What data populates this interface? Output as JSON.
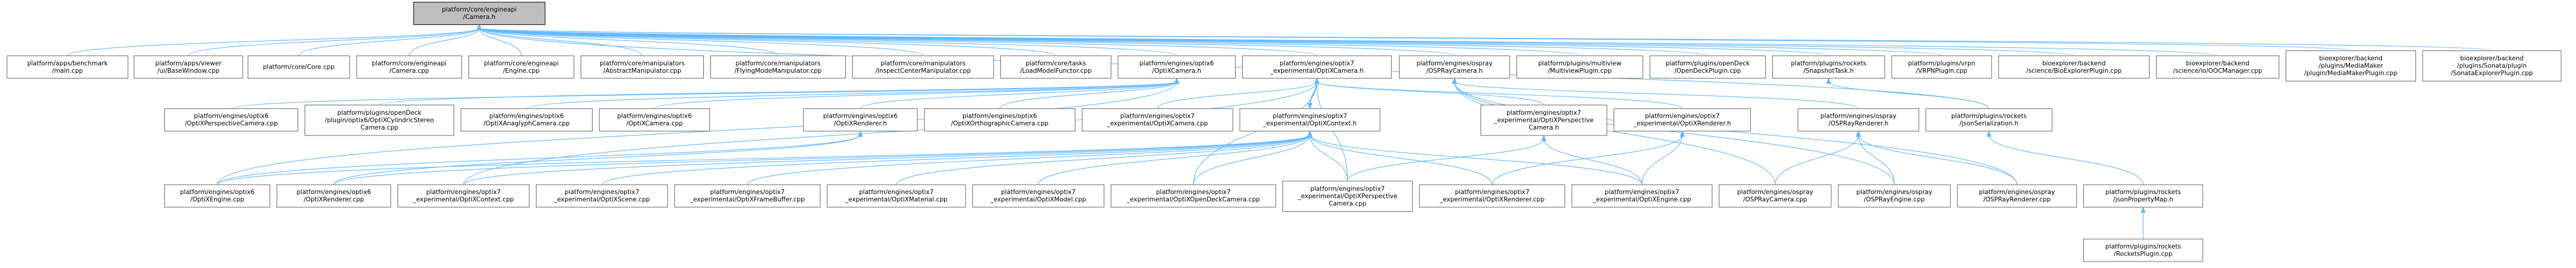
{
  "graph": {
    "focus": "n0",
    "colors": {
      "edge": "#63b8ff",
      "focus_fill": "#bfbfbf",
      "node_border": "#666666",
      "background": "#ffffff"
    },
    "nodes": [
      {
        "id": "n0",
        "lines": [
          "platform/core/engineapi",
          "/Camera.h"
        ]
      },
      {
        "id": "r1_0",
        "lines": [
          "platform/apps/benchmark",
          "/main.cpp"
        ]
      },
      {
        "id": "r1_1",
        "lines": [
          "platform/apps/viewer",
          "/ui/BaseWindow.cpp"
        ]
      },
      {
        "id": "r1_2",
        "lines": [
          "platform/core/Core.cpp"
        ]
      },
      {
        "id": "r1_3",
        "lines": [
          "platform/core/engineapi",
          "/Camera.cpp"
        ]
      },
      {
        "id": "r1_4",
        "lines": [
          "platform/core/engineapi",
          "/Engine.cpp"
        ]
      },
      {
        "id": "r1_5",
        "lines": [
          "platform/core/manipulators",
          "/AbstractManipulator.cpp"
        ]
      },
      {
        "id": "r1_6",
        "lines": [
          "platform/core/manipulators",
          "/FlyingModeManipulator.cpp"
        ]
      },
      {
        "id": "r1_7",
        "lines": [
          "platform/core/manipulators",
          "/InspectCenterManipulator.cpp"
        ]
      },
      {
        "id": "r1_8",
        "lines": [
          "platform/core/tasks",
          "/LoadModelFunctor.cpp"
        ]
      },
      {
        "id": "r1_9",
        "lines": [
          "platform/engines/optix6",
          "/OptiXCamera.h"
        ]
      },
      {
        "id": "r1_10",
        "lines": [
          "platform/engines/optix7",
          "_experimental/OptiXCamera.h"
        ]
      },
      {
        "id": "r1_11",
        "lines": [
          "platform/engines/ospray",
          "/OSPRayCamera.h"
        ]
      },
      {
        "id": "r1_12",
        "lines": [
          "platform/plugins/multiview",
          "/MultiviewPlugin.cpp"
        ]
      },
      {
        "id": "r1_13",
        "lines": [
          "platform/plugins/openDeck",
          "/OpenDeckPlugin.cpp"
        ]
      },
      {
        "id": "r1_14",
        "lines": [
          "platform/plugins/rockets",
          "/SnapshotTask.h"
        ]
      },
      {
        "id": "r1_15",
        "lines": [
          "platform/plugins/vrpn",
          "/VRPNPlugin.cpp"
        ]
      },
      {
        "id": "r1_16",
        "lines": [
          "bioexplorer/backend",
          "/science/BioExplorerPlugin.cpp"
        ]
      },
      {
        "id": "r1_17",
        "lines": [
          "bioexplorer/backend",
          "/science/io/OOCManager.cpp"
        ]
      },
      {
        "id": "r1_18",
        "lines": [
          "bioexplorer/backend",
          "/plugins/MediaMaker",
          "/plugin/MediaMakerPlugin.cpp"
        ]
      },
      {
        "id": "r1_19",
        "lines": [
          "bioexplorer/backend",
          "/plugins/Sonata/plugin",
          "/SonataExplorerPlugin.cpp"
        ]
      },
      {
        "id": "r2_0",
        "lines": [
          "platform/engines/optix6",
          "/OptiXPerspectiveCamera.cpp"
        ]
      },
      {
        "id": "r2_1",
        "lines": [
          "platform/plugins/openDeck",
          "/plugin/optix6/OptiXCylindricStereo",
          "Camera.cpp"
        ]
      },
      {
        "id": "r2_2",
        "lines": [
          "platform/engines/optix6",
          "/OptiXAnaglyphCamera.cpp"
        ]
      },
      {
        "id": "r2_3",
        "lines": [
          "platform/engines/optix6",
          "/OptiXCamera.cpp"
        ]
      },
      {
        "id": "r2_4",
        "lines": [
          "platform/engines/optix6",
          "/OptiXRenderer.h"
        ]
      },
      {
        "id": "r2_5",
        "lines": [
          "platform/engines/optix6",
          "/OptiXOrthographicCamera.cpp"
        ]
      },
      {
        "id": "r2_6",
        "lines": [
          "platform/engines/optix7",
          "_experimental/OptiXCamera.cpp"
        ]
      },
      {
        "id": "r2_7",
        "lines": [
          "platform/engines/optix7",
          "_experimental/OptiXContext.h"
        ]
      },
      {
        "id": "r2_8",
        "lines": [
          "platform/engines/optix7",
          "_experimental/OptiXPerspective",
          "Camera.h"
        ]
      },
      {
        "id": "r2_9",
        "lines": [
          "platform/engines/optix7",
          "_experimental/OptiXRenderer.h"
        ]
      },
      {
        "id": "r2_10",
        "lines": [
          "platform/engines/ospray",
          "/OSPRayRenderer.h"
        ]
      },
      {
        "id": "r2_11",
        "lines": [
          "platform/plugins/rockets",
          "/jsonSerialization.h"
        ]
      },
      {
        "id": "r3_0",
        "lines": [
          "platform/engines/optix6",
          "/OptiXEngine.cpp"
        ]
      },
      {
        "id": "r3_1",
        "lines": [
          "platform/engines/optix6",
          "/OptiXRenderer.cpp"
        ]
      },
      {
        "id": "r3_2",
        "lines": [
          "platform/engines/optix7",
          "_experimental/OptiXContext.cpp"
        ]
      },
      {
        "id": "r3_3",
        "lines": [
          "platform/engines/optix7",
          "_experimental/OptiXScene.cpp"
        ]
      },
      {
        "id": "r3_4",
        "lines": [
          "platform/engines/optix7",
          "_experimental/OptiXFrameBuffer.cpp"
        ]
      },
      {
        "id": "r3_5",
        "lines": [
          "platform/engines/optix7",
          "_experimental/OptiXMaterial.cpp"
        ]
      },
      {
        "id": "r3_6",
        "lines": [
          "platform/engines/optix7",
          "_experimental/OptiXModel.cpp"
        ]
      },
      {
        "id": "r3_7",
        "lines": [
          "platform/engines/optix7",
          "_experimental/OptiXOpenDeckCamera.cpp"
        ]
      },
      {
        "id": "r3_8",
        "lines": [
          "platform/engines/optix7",
          "_experimental/OptiXPerspective",
          "Camera.cpp"
        ]
      },
      {
        "id": "r3_9",
        "lines": [
          "platform/engines/optix7",
          "_experimental/OptiXRenderer.cpp"
        ]
      },
      {
        "id": "r3_10",
        "lines": [
          "platform/engines/optix7",
          "_experimental/OptiXEngine.cpp"
        ]
      },
      {
        "id": "r3_11",
        "lines": [
          "platform/engines/ospray",
          "/OSPRayCamera.cpp"
        ]
      },
      {
        "id": "r3_12",
        "lines": [
          "platform/engines/ospray",
          "/OSPRayEngine.cpp"
        ]
      },
      {
        "id": "r3_13",
        "lines": [
          "platform/engines/ospray",
          "/OSPRayRenderer.cpp"
        ]
      },
      {
        "id": "r3_14",
        "lines": [
          "platform/plugins/rockets",
          "/jsonPropertyMap.h"
        ]
      },
      {
        "id": "r4_0",
        "lines": [
          "platform/plugins/rockets",
          "/RocketsPlugin.cpp"
        ]
      }
    ],
    "edges": [
      [
        "n0",
        "r1_0"
      ],
      [
        "n0",
        "r1_1"
      ],
      [
        "n0",
        "r1_2"
      ],
      [
        "n0",
        "r1_3"
      ],
      [
        "n0",
        "r1_4"
      ],
      [
        "n0",
        "r1_5"
      ],
      [
        "n0",
        "r1_6"
      ],
      [
        "n0",
        "r1_7"
      ],
      [
        "n0",
        "r1_8"
      ],
      [
        "n0",
        "r1_9"
      ],
      [
        "n0",
        "r1_10"
      ],
      [
        "n0",
        "r1_11"
      ],
      [
        "n0",
        "r1_12"
      ],
      [
        "n0",
        "r1_13"
      ],
      [
        "n0",
        "r1_14"
      ],
      [
        "n0",
        "r1_15"
      ],
      [
        "n0",
        "r1_16"
      ],
      [
        "n0",
        "r1_17"
      ],
      [
        "n0",
        "r1_18"
      ],
      [
        "n0",
        "r1_19"
      ],
      [
        "n0",
        "r2_11"
      ],
      [
        "r1_9",
        "r2_0"
      ],
      [
        "r1_9",
        "r2_1"
      ],
      [
        "r1_9",
        "r2_2"
      ],
      [
        "r1_9",
        "r2_3"
      ],
      [
        "r1_9",
        "r2_4"
      ],
      [
        "r1_9",
        "r2_5"
      ],
      [
        "r1_9",
        "r3_0"
      ],
      [
        "r2_4",
        "r3_1"
      ],
      [
        "r2_4",
        "r3_0"
      ],
      [
        "r1_10",
        "r2_6"
      ],
      [
        "r1_10",
        "r2_7"
      ],
      [
        "r1_10",
        "r2_8"
      ],
      [
        "r1_10",
        "r2_9"
      ],
      [
        "r1_10",
        "r3_7"
      ],
      [
        "r1_10",
        "r3_8"
      ],
      [
        "r1_10",
        "r3_2"
      ],
      [
        "r2_7",
        "r1_10"
      ],
      [
        "r2_7",
        "r3_2"
      ],
      [
        "r2_7",
        "r3_3"
      ],
      [
        "r2_7",
        "r3_4"
      ],
      [
        "r2_7",
        "r3_5"
      ],
      [
        "r2_7",
        "r3_6"
      ],
      [
        "r2_7",
        "r3_7"
      ],
      [
        "r2_7",
        "r3_8"
      ],
      [
        "r2_7",
        "r3_9"
      ],
      [
        "r2_7",
        "r3_10"
      ],
      [
        "r2_7",
        "r3_0"
      ],
      [
        "r2_7",
        "r3_1"
      ],
      [
        "r2_8",
        "r3_8"
      ],
      [
        "r2_8",
        "r3_10"
      ],
      [
        "r2_9",
        "r3_9"
      ],
      [
        "r2_9",
        "r3_10"
      ],
      [
        "r1_11",
        "r2_10"
      ],
      [
        "r1_11",
        "r3_11"
      ],
      [
        "r1_11",
        "r3_12"
      ],
      [
        "r1_11",
        "r3_13"
      ],
      [
        "r2_10",
        "r3_11"
      ],
      [
        "r2_10",
        "r3_12"
      ],
      [
        "r2_10",
        "r3_13"
      ],
      [
        "r1_14",
        "r2_11"
      ],
      [
        "r2_11",
        "r3_14"
      ],
      [
        "r3_14",
        "r4_0"
      ]
    ]
  }
}
